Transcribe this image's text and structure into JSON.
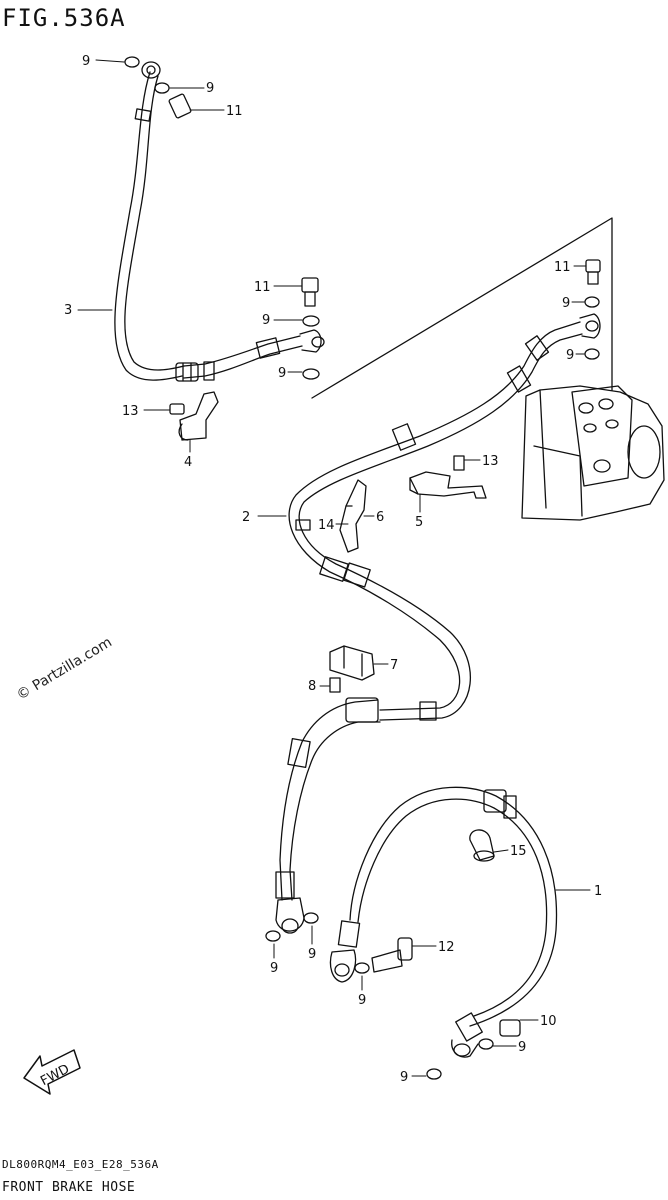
{
  "header": {
    "figure_title": "FIG.536A"
  },
  "footer": {
    "diagram_code": "DL800RQM4_E03_E28_536A",
    "caption": "FRONT BRAKE HOSE"
  },
  "watermark": {
    "text": "© Partzilla.com"
  },
  "callouts": [
    {
      "id": "c-9a",
      "text": "9"
    },
    {
      "id": "c-9b",
      "text": "9"
    },
    {
      "id": "c-11a",
      "text": "11"
    },
    {
      "id": "c-3",
      "text": "3"
    },
    {
      "id": "c-11b",
      "text": "11"
    },
    {
      "id": "c-9c",
      "text": "9"
    },
    {
      "id": "c-9d",
      "text": "9"
    },
    {
      "id": "c-13a",
      "text": "13"
    },
    {
      "id": "c-4",
      "text": "4"
    },
    {
      "id": "c-11c",
      "text": "11"
    },
    {
      "id": "c-9e",
      "text": "9"
    },
    {
      "id": "c-9f",
      "text": "9"
    },
    {
      "id": "c-13b",
      "text": "13"
    },
    {
      "id": "c-5",
      "text": "5"
    },
    {
      "id": "c-2",
      "text": "2"
    },
    {
      "id": "c-14",
      "text": "14"
    },
    {
      "id": "c-6",
      "text": "6"
    },
    {
      "id": "c-7",
      "text": "7"
    },
    {
      "id": "c-8",
      "text": "8"
    },
    {
      "id": "c-15",
      "text": "15"
    },
    {
      "id": "c-1",
      "text": "1"
    },
    {
      "id": "c-12",
      "text": "12"
    },
    {
      "id": "c-9g",
      "text": "9"
    },
    {
      "id": "c-9h",
      "text": "9"
    },
    {
      "id": "c-9i",
      "text": "9"
    },
    {
      "id": "c-10",
      "text": "10"
    },
    {
      "id": "c-9j",
      "text": "9"
    }
  ],
  "fwd_arrow": {
    "text": "FWD"
  }
}
